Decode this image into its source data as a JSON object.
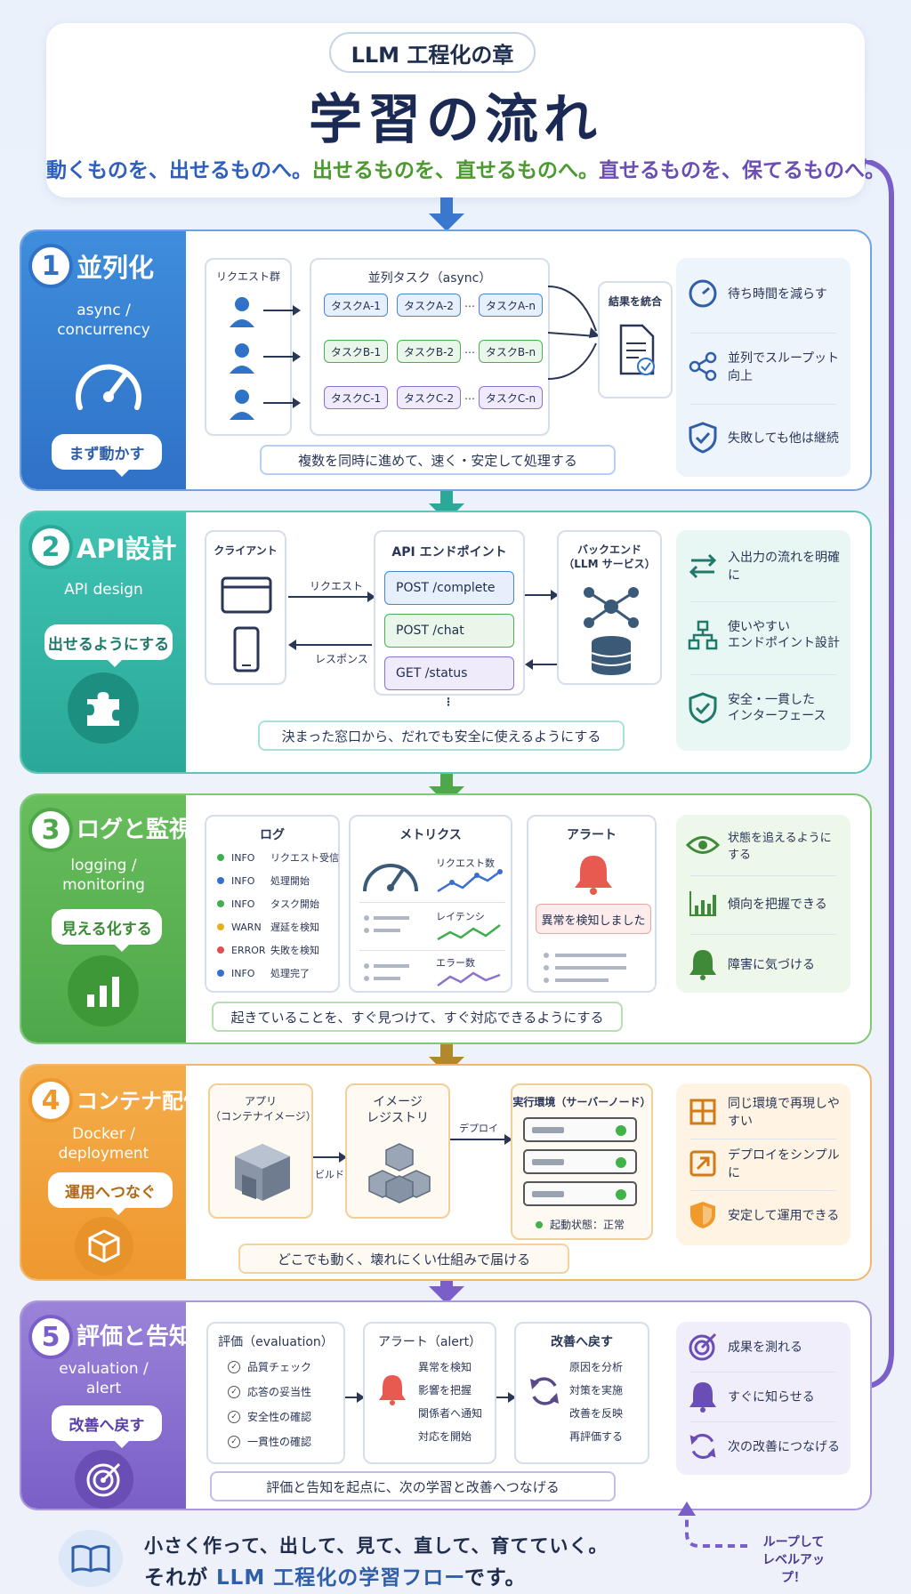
{
  "header": {
    "chapter": "LLM 工程化の章",
    "title": "学習の流れ",
    "tagline": [
      "動くものを、出せるものへ。",
      "出せるものを、直せるものへ。",
      "直せるものを、保てるものへ。"
    ]
  },
  "colors": {
    "s1": "#3d86d6",
    "s2": "#35bfae",
    "s3": "#5cb85c",
    "s4": "#f2a541",
    "s5": "#8c72cf"
  },
  "s1": {
    "num": "1",
    "title": "並列化",
    "sub": [
      "async /",
      "concurrency"
    ],
    "bubble": "まず動かす",
    "req_title": "リクエスト群",
    "task_title": "並列タスク（async）",
    "rows": [
      [
        "タスクA-1",
        "タスクA-2",
        "タスクA-n"
      ],
      [
        "タスクB-1",
        "タスクB-2",
        "タスクB-n"
      ],
      [
        "タスクC-1",
        "タスクC-2",
        "タスクC-n"
      ]
    ],
    "ellipsis": "…",
    "merge": "結果を統合",
    "note": "複数を同時に進めて、速く・安定して処理する",
    "benefits": [
      "待ち時間を減らす",
      "並列でスループット向上",
      "失敗しても他は継続"
    ]
  },
  "s2": {
    "num": "2",
    "title": "API設計",
    "sub": [
      "API design"
    ],
    "bubble": "出せるようにする",
    "client": "クライアント",
    "request": "リクエスト",
    "response": "レスポンス",
    "endpoint_title": "API エンドポイント",
    "endpoints": [
      "POST  /complete",
      "POST  /chat",
      "GET  /status"
    ],
    "more": "⋮",
    "backend": [
      "バックエンド",
      "（LLM サービス）"
    ],
    "note": "決まった窓口から、だれでも安全に使えるようにする",
    "benefits": [
      [
        "入出力の流れを明確に"
      ],
      [
        "使いやすい",
        "エンドポイント設計"
      ],
      [
        "安全・一貫した",
        "インターフェース"
      ]
    ]
  },
  "s3": {
    "num": "3",
    "title": "ログと監視",
    "sub": [
      "logging /",
      "monitoring"
    ],
    "bubble": "見える化する",
    "log_title": "ログ",
    "logs": [
      {
        "level": "INFO",
        "msg": "リクエスト受信",
        "color": "#3fae4d"
      },
      {
        "level": "INFO",
        "msg": "処理開始",
        "color": "#3a6fd0"
      },
      {
        "level": "INFO",
        "msg": "タスク開始",
        "color": "#3fae4d"
      },
      {
        "level": "WARN",
        "msg": "遅延を検知",
        "color": "#e8b020"
      },
      {
        "level": "ERROR",
        "msg": "失敗を検知",
        "color": "#e05050"
      },
      {
        "level": "INFO",
        "msg": "処理完了",
        "color": "#3a6fd0"
      }
    ],
    "metrics_title": "メトリクス",
    "metrics": [
      "リクエスト数",
      "レイテンシ",
      "エラー数"
    ],
    "alert_title": "アラート",
    "alert_msg": "異常を検知しました",
    "note": "起きていることを、すぐ見つけて、すぐ対応できるようにする",
    "benefits": [
      "状態を追えるようにする",
      "傾向を把握できる",
      "障害に気づける"
    ]
  },
  "s4": {
    "num": "4",
    "title": "コンテナ配備",
    "sub": [
      "Docker /",
      "deployment"
    ],
    "bubble": "運用へつなぐ",
    "app": [
      "アプリ",
      "（コンテナイメージ）"
    ],
    "build": "ビルド",
    "registry": [
      "イメージ",
      "レジストリ"
    ],
    "deploy": "デプロイ",
    "runtime": "実行環境（サーバーノード）",
    "status": "起動状態：正常",
    "note": "どこでも動く、壊れにくい仕組みで届ける",
    "benefits": [
      "同じ環境で再現しやすい",
      "デプロイをシンプルに",
      "安定して運用できる"
    ]
  },
  "s5": {
    "num": "5",
    "title": "評価と告知",
    "sub": [
      "evaluation /",
      "alert"
    ],
    "bubble": "改善へ戻す",
    "eval_title": "評価（evaluation）",
    "eval_items": [
      "品質チェック",
      "応答の妥当性",
      "安全性の確認",
      "一貫性の確認"
    ],
    "alert_title": "アラート（alert）",
    "alert_items": [
      "異常を検知",
      "影響を把握",
      "関係者へ通知",
      "対応を開始"
    ],
    "improve_title": "改善へ戻す",
    "improve_items": [
      "原因を分析",
      "対策を実施",
      "改善を反映",
      "再評価する"
    ],
    "note": "評価と告知を起点に、次の学習と改善へつなげる",
    "benefits": [
      "成果を測れる",
      "すぐに知らせる",
      "次の改善につなげる"
    ]
  },
  "footer": {
    "line1": "小さく作って、出して、見て、直して、育てていく。",
    "line2_a": "それが ",
    "line2_b": "LLM 工程化の学習フロー",
    "line2_c": "です。",
    "loop": [
      "ループして",
      "レベルアップ！"
    ]
  }
}
